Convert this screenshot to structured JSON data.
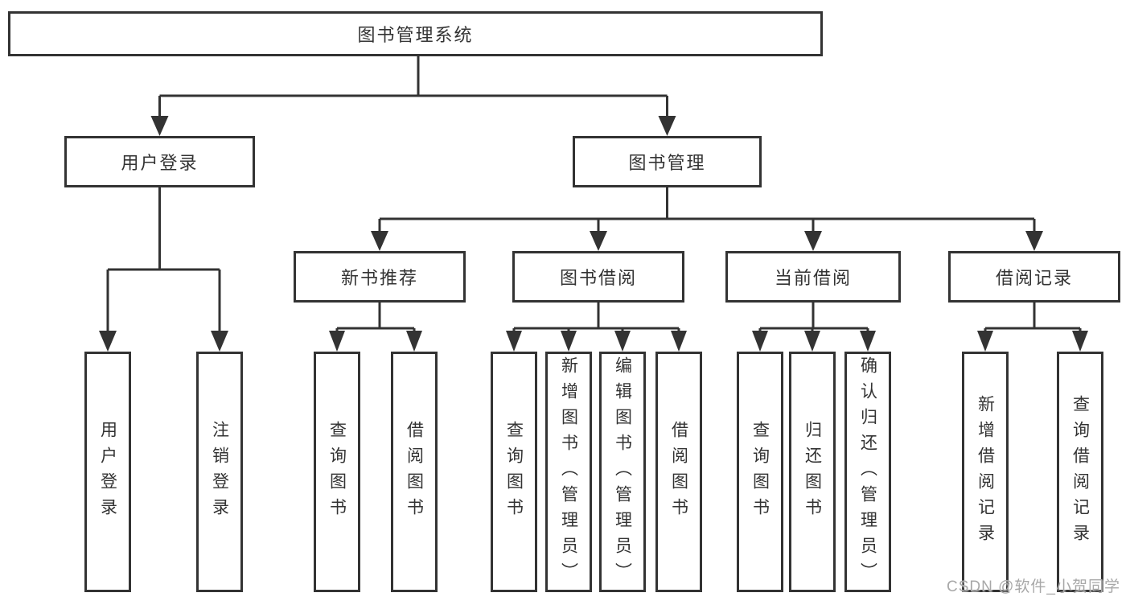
{
  "nodes": {
    "root": "图书管理系统",
    "user_login": "用户登录",
    "book_management": "图书管理",
    "new_book_recommendation": "新书推荐",
    "book_borrowing": "图书借阅",
    "current_borrowing": "当前借阅",
    "borrowing_records": "借阅记录",
    "leaf_user_login": "用户登录",
    "leaf_logout": "注销登录",
    "leaf_query_book_recommend": "查询图书",
    "leaf_borrow_book_recommend": "借阅图书",
    "leaf_query_book_borrow": "查询图书",
    "leaf_add_book_admin": "新增图书（管理员）",
    "leaf_edit_book_admin": "编辑图书（管理员）",
    "leaf_borrow_book_borrow": "借阅图书",
    "leaf_query_book_current": "查询图书",
    "leaf_return_book": "归还图书",
    "leaf_confirm_return_admin": "确认归还（管理员）",
    "leaf_add_borrow_record": "新增借阅记录",
    "leaf_query_borrow_record": "查询借阅记录"
  },
  "watermark": "CSDN @软件_小贺同学",
  "colors": {
    "line": "#333333",
    "text": "#333333",
    "watermark": "#a8a8a8",
    "background": "#ffffff"
  }
}
